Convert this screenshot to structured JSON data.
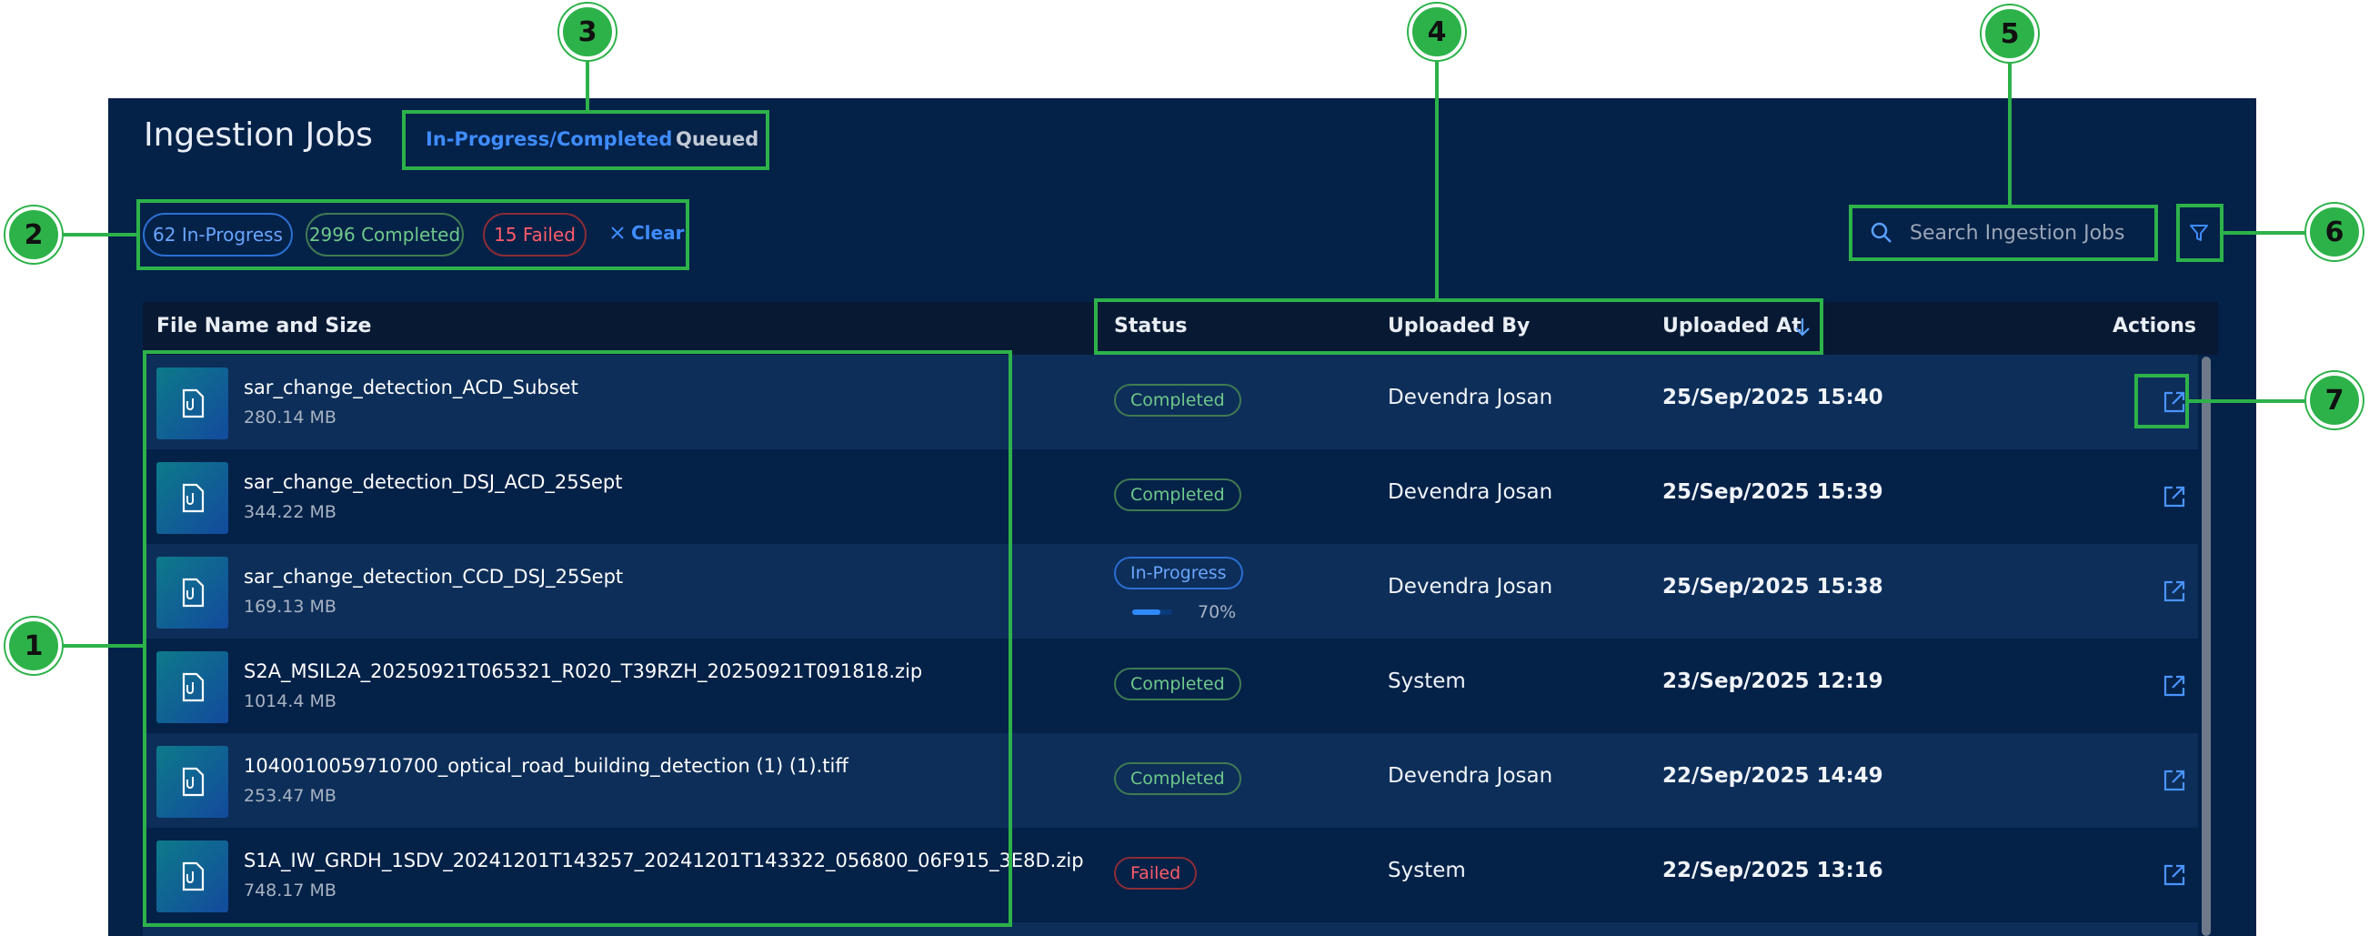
{
  "header": {
    "title": "Ingestion Jobs",
    "tabs": [
      {
        "label": "In-Progress/Completed",
        "active": true
      },
      {
        "label": "Queued",
        "active": false
      }
    ]
  },
  "filters": {
    "chips": [
      {
        "label": "62 In-Progress"
      },
      {
        "label": "2996 Completed"
      },
      {
        "label": "15 Failed"
      }
    ],
    "clear_label": "Clear"
  },
  "search": {
    "placeholder": "Search Ingestion Jobs"
  },
  "table": {
    "columns": {
      "file": "File Name and Size",
      "status": "Status",
      "uploaded_by": "Uploaded By",
      "uploaded_at": "Uploaded At",
      "actions": "Actions"
    },
    "rows": [
      {
        "name": "sar_change_detection_ACD_Subset",
        "size": "280.14 MB",
        "status": "Completed",
        "uploaded_by": "Devendra Josan",
        "uploaded_at": "25/Sep/2025 15:40"
      },
      {
        "name": "sar_change_detection_DSJ_ACD_25Sept",
        "size": "344.22 MB",
        "status": "Completed",
        "uploaded_by": "Devendra Josan",
        "uploaded_at": "25/Sep/2025 15:39"
      },
      {
        "name": "sar_change_detection_CCD_DSJ_25Sept",
        "size": "169.13 MB",
        "status": "In-Progress",
        "progress": "70%",
        "uploaded_by": "Devendra Josan",
        "uploaded_at": "25/Sep/2025 15:38"
      },
      {
        "name": "S2A_MSIL2A_20250921T065321_R020_T39RZH_20250921T091818.zip",
        "size": "1014.4 MB",
        "status": "Completed",
        "uploaded_by": "System",
        "uploaded_at": "23/Sep/2025 12:19"
      },
      {
        "name": "1040010059710700_optical_road_building_detection (1) (1).tiff",
        "size": "253.47 MB",
        "status": "Completed",
        "uploaded_by": "Devendra Josan",
        "uploaded_at": "22/Sep/2025 14:49"
      },
      {
        "name": "S1A_IW_GRDH_1SDV_20241201T143257_20241201T143322_056800_06F915_3E8D.zip",
        "size": "748.17 MB",
        "status": "Failed",
        "uploaded_by": "System",
        "uploaded_at": "22/Sep/2025 13:16"
      }
    ]
  },
  "callouts": [
    "1",
    "2",
    "3",
    "4",
    "5",
    "6",
    "7"
  ],
  "colors": {
    "panel_bg": "#042148",
    "accent_blue": "#3f8cff",
    "highlight_green": "#2db24a",
    "completed": "#6ec98a",
    "failed": "#ff5c6a"
  }
}
